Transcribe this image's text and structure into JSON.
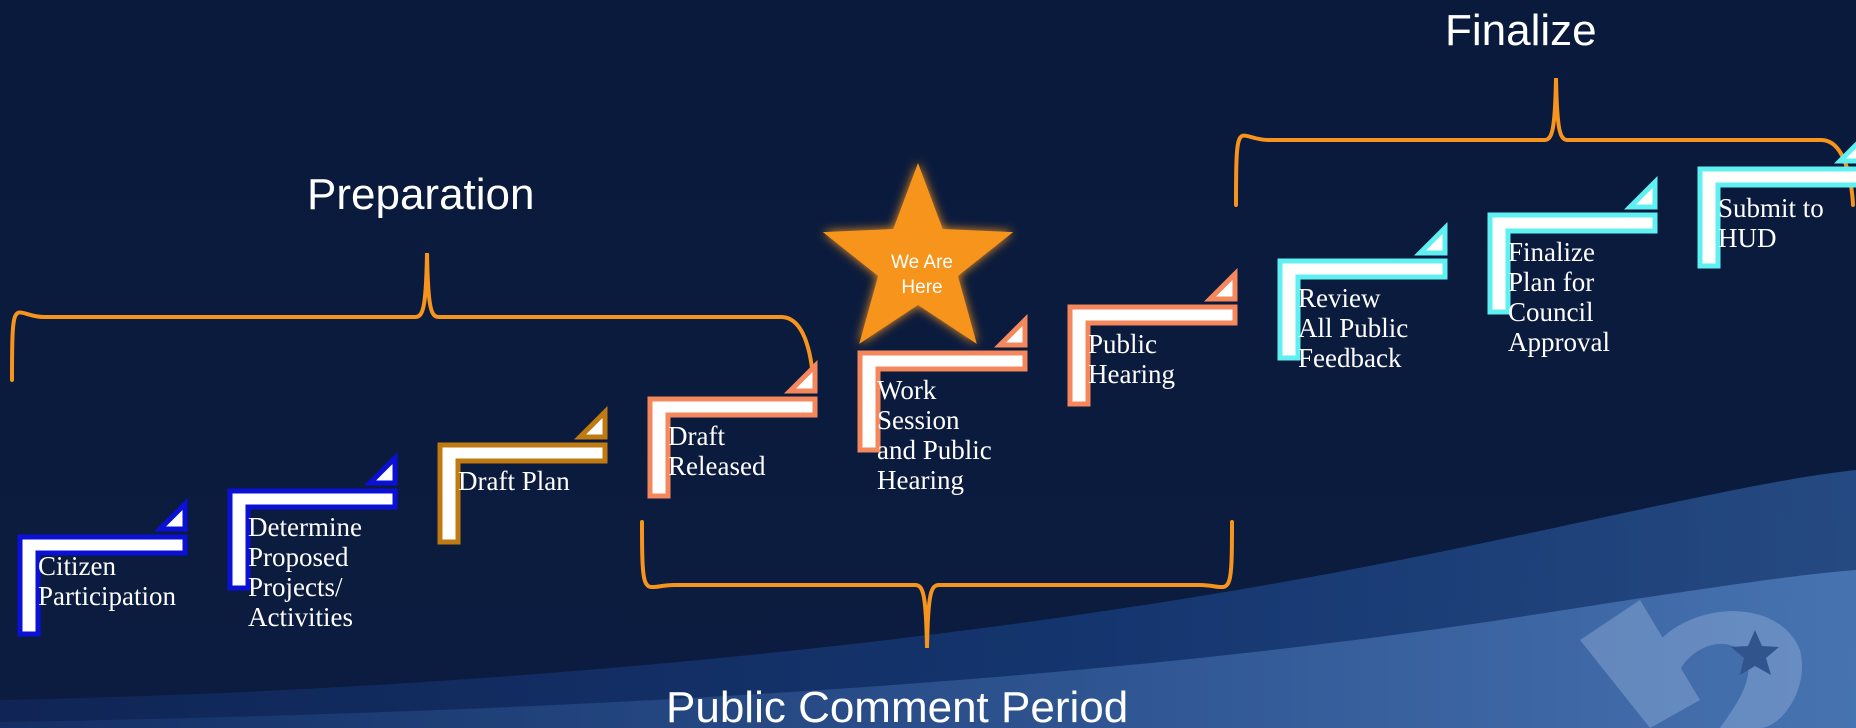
{
  "phases": {
    "preparation": "Preparation",
    "finalize": "Finalize",
    "comment_period": "Public Comment Period"
  },
  "star": {
    "label": "We Are\nHere",
    "color": "#f7941d"
  },
  "steps": [
    {
      "label": "Citizen\nParticipation",
      "color": "#0a10d6"
    },
    {
      "label": "Determine\nProposed\nProjects/\nActivities",
      "color": "#0a10d6"
    },
    {
      "label": "Draft Plan",
      "color": "#c07a12"
    },
    {
      "label": "Draft\nReleased",
      "color": "#f4875c"
    },
    {
      "label": "Work\nSession\nand Public\nHearing",
      "color": "#f4875c"
    },
    {
      "label": "Public\nHearing",
      "color": "#f4875c"
    },
    {
      "label": "Review\nAll Public\nFeedback",
      "color": "#5ff0f2"
    },
    {
      "label": "Finalize\nPlan for\nCouncil\nApproval",
      "color": "#5ff0f2"
    },
    {
      "label": "Submit to\nHUD",
      "color": "#5ff0f2"
    }
  ],
  "colors": {
    "background": "#0a1a3a",
    "bracket": "#f7941d",
    "text": "#ffffff"
  }
}
